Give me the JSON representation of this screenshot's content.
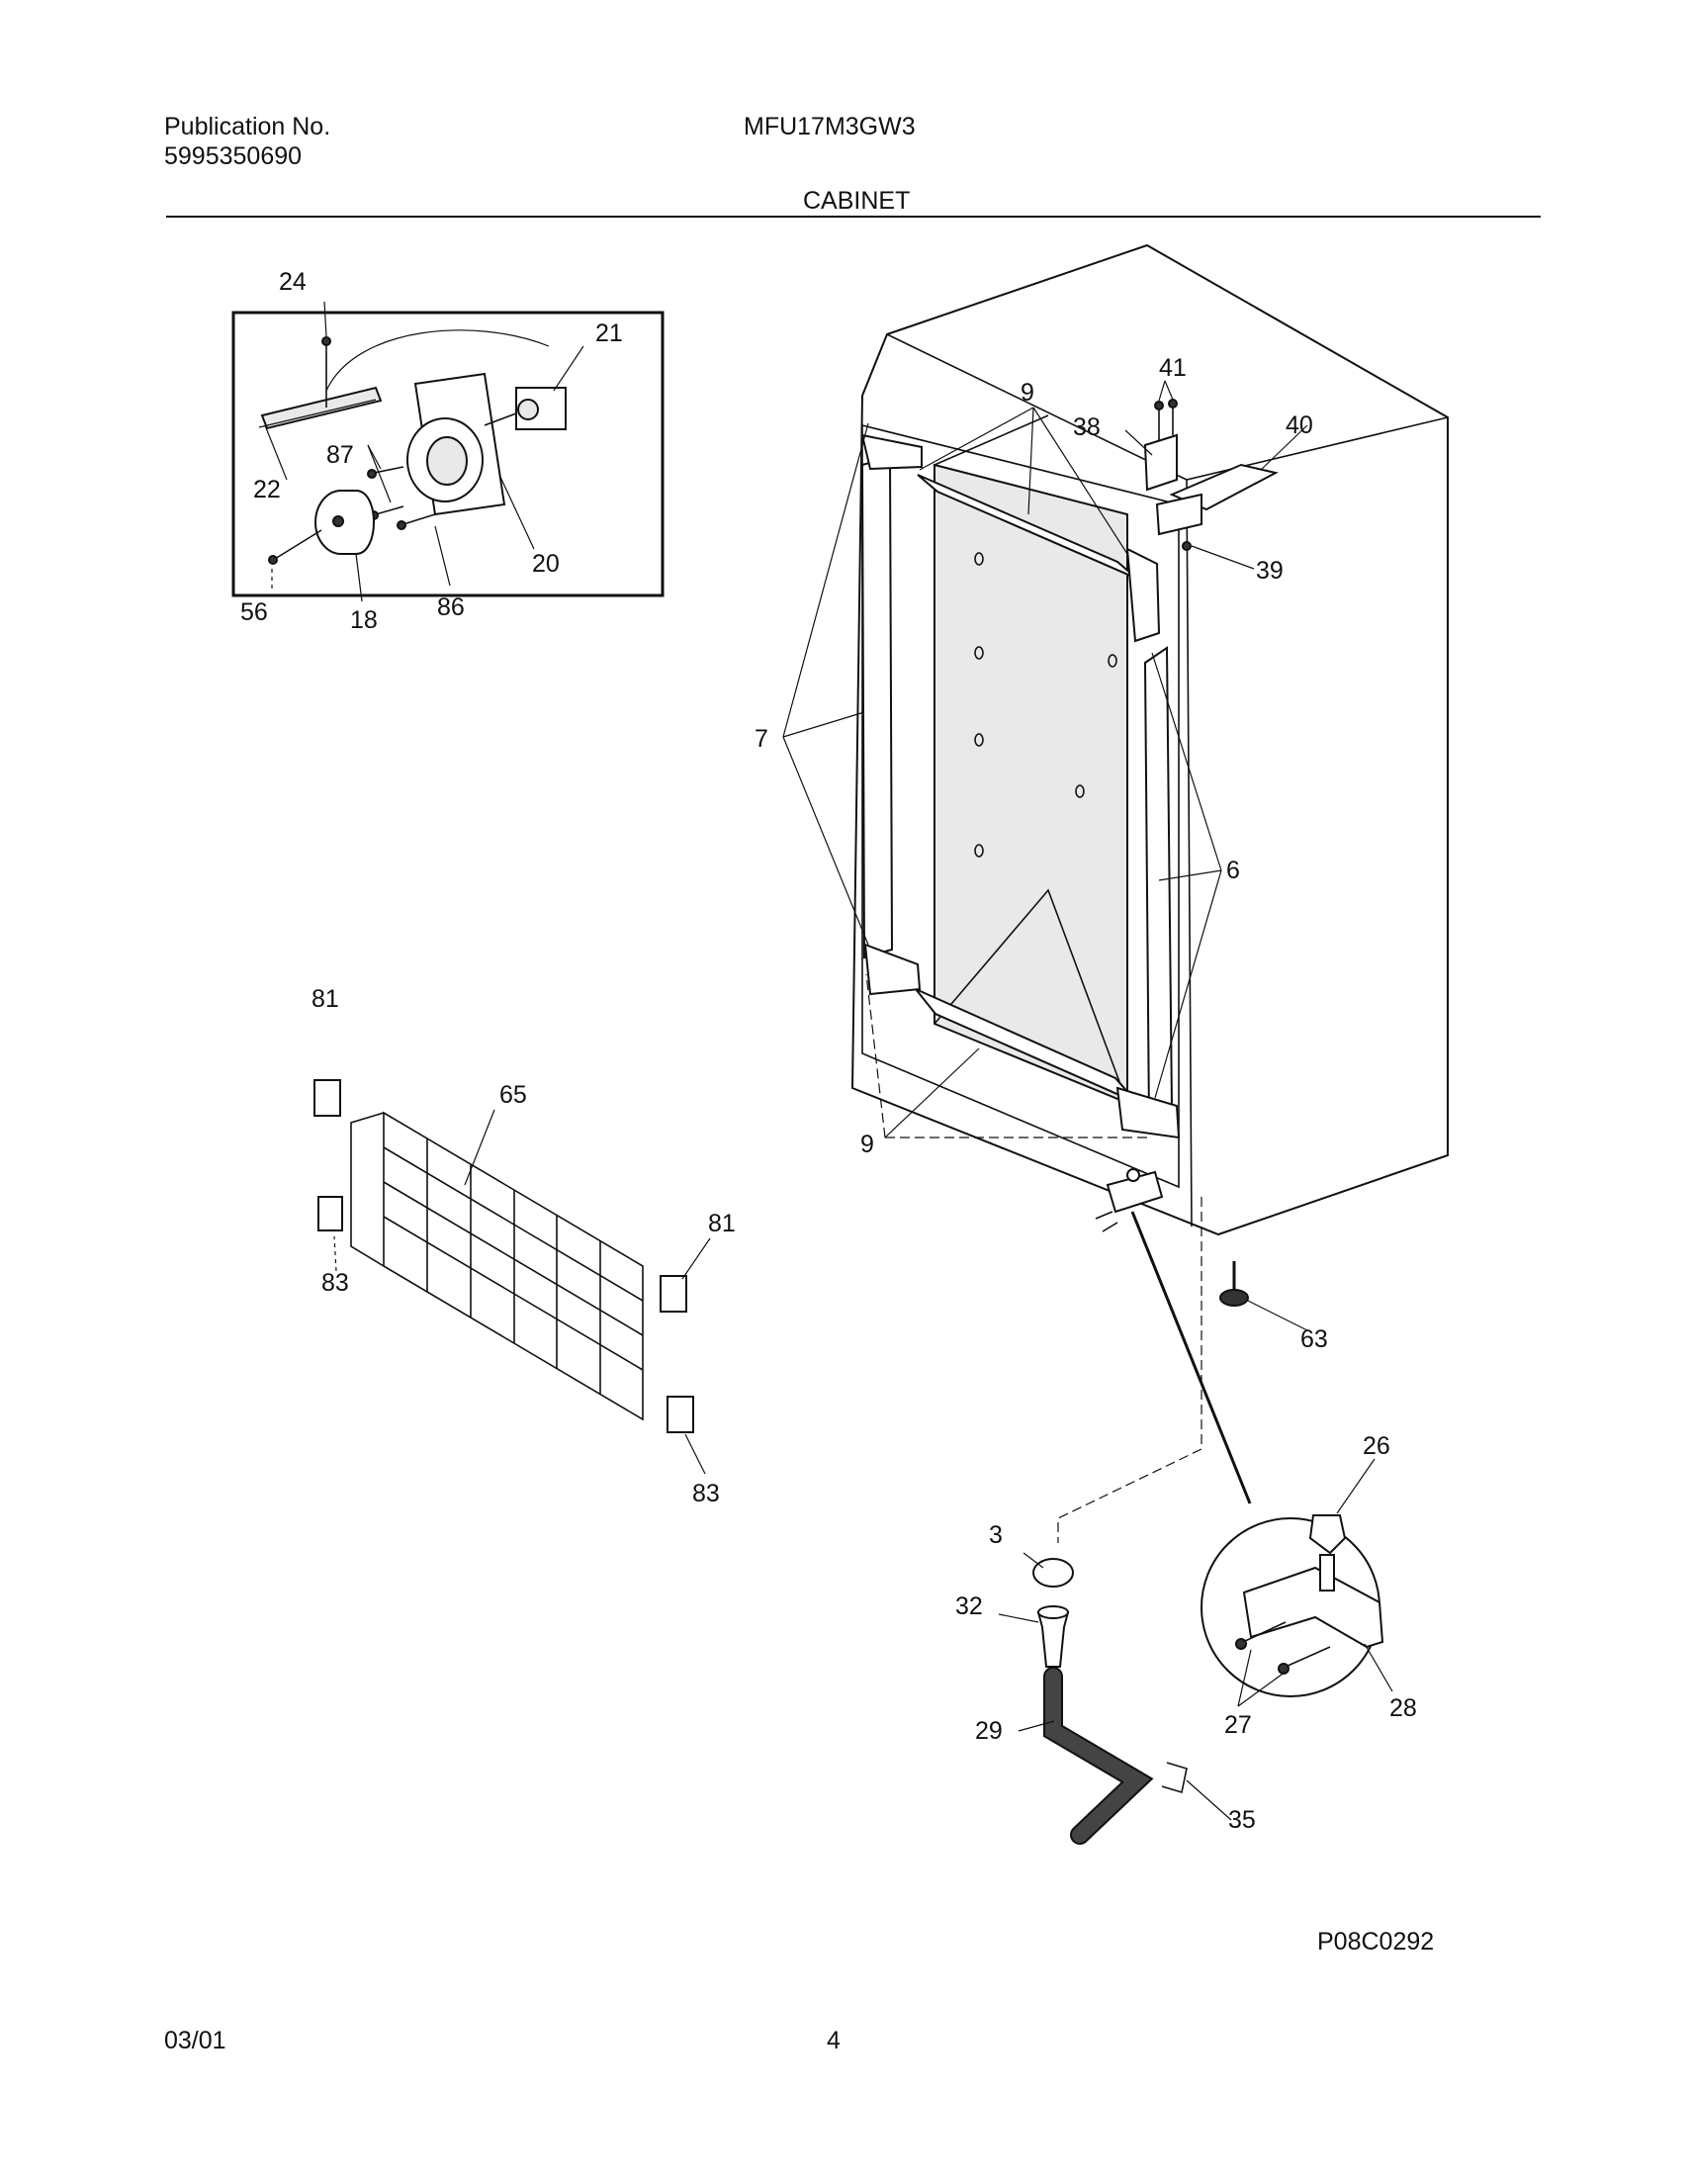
{
  "header": {
    "publication_label": "Publication No.",
    "publication_number": "5995350690",
    "model": "MFU17M3GW3",
    "section": "CABINET"
  },
  "diagram_code": "P08C0292",
  "footer": {
    "date": "03/01",
    "page": "4"
  },
  "callouts": {
    "c24": "24",
    "c21": "21",
    "c87": "87",
    "c22": "22",
    "c20": "20",
    "c56": "56",
    "c18": "18",
    "c86": "86",
    "c9_top": "9",
    "c41": "41",
    "c38": "38",
    "c40": "40",
    "c39": "39",
    "c7": "7",
    "c6": "6",
    "c9_bottom": "9",
    "c81_top": "81",
    "c65": "65",
    "c81_right": "81",
    "c83_left": "83",
    "c83_bottom": "83",
    "c63": "63",
    "c26": "26",
    "c3": "3",
    "c32": "32",
    "c29": "29",
    "c27": "27",
    "c28": "28",
    "c35": "35"
  }
}
